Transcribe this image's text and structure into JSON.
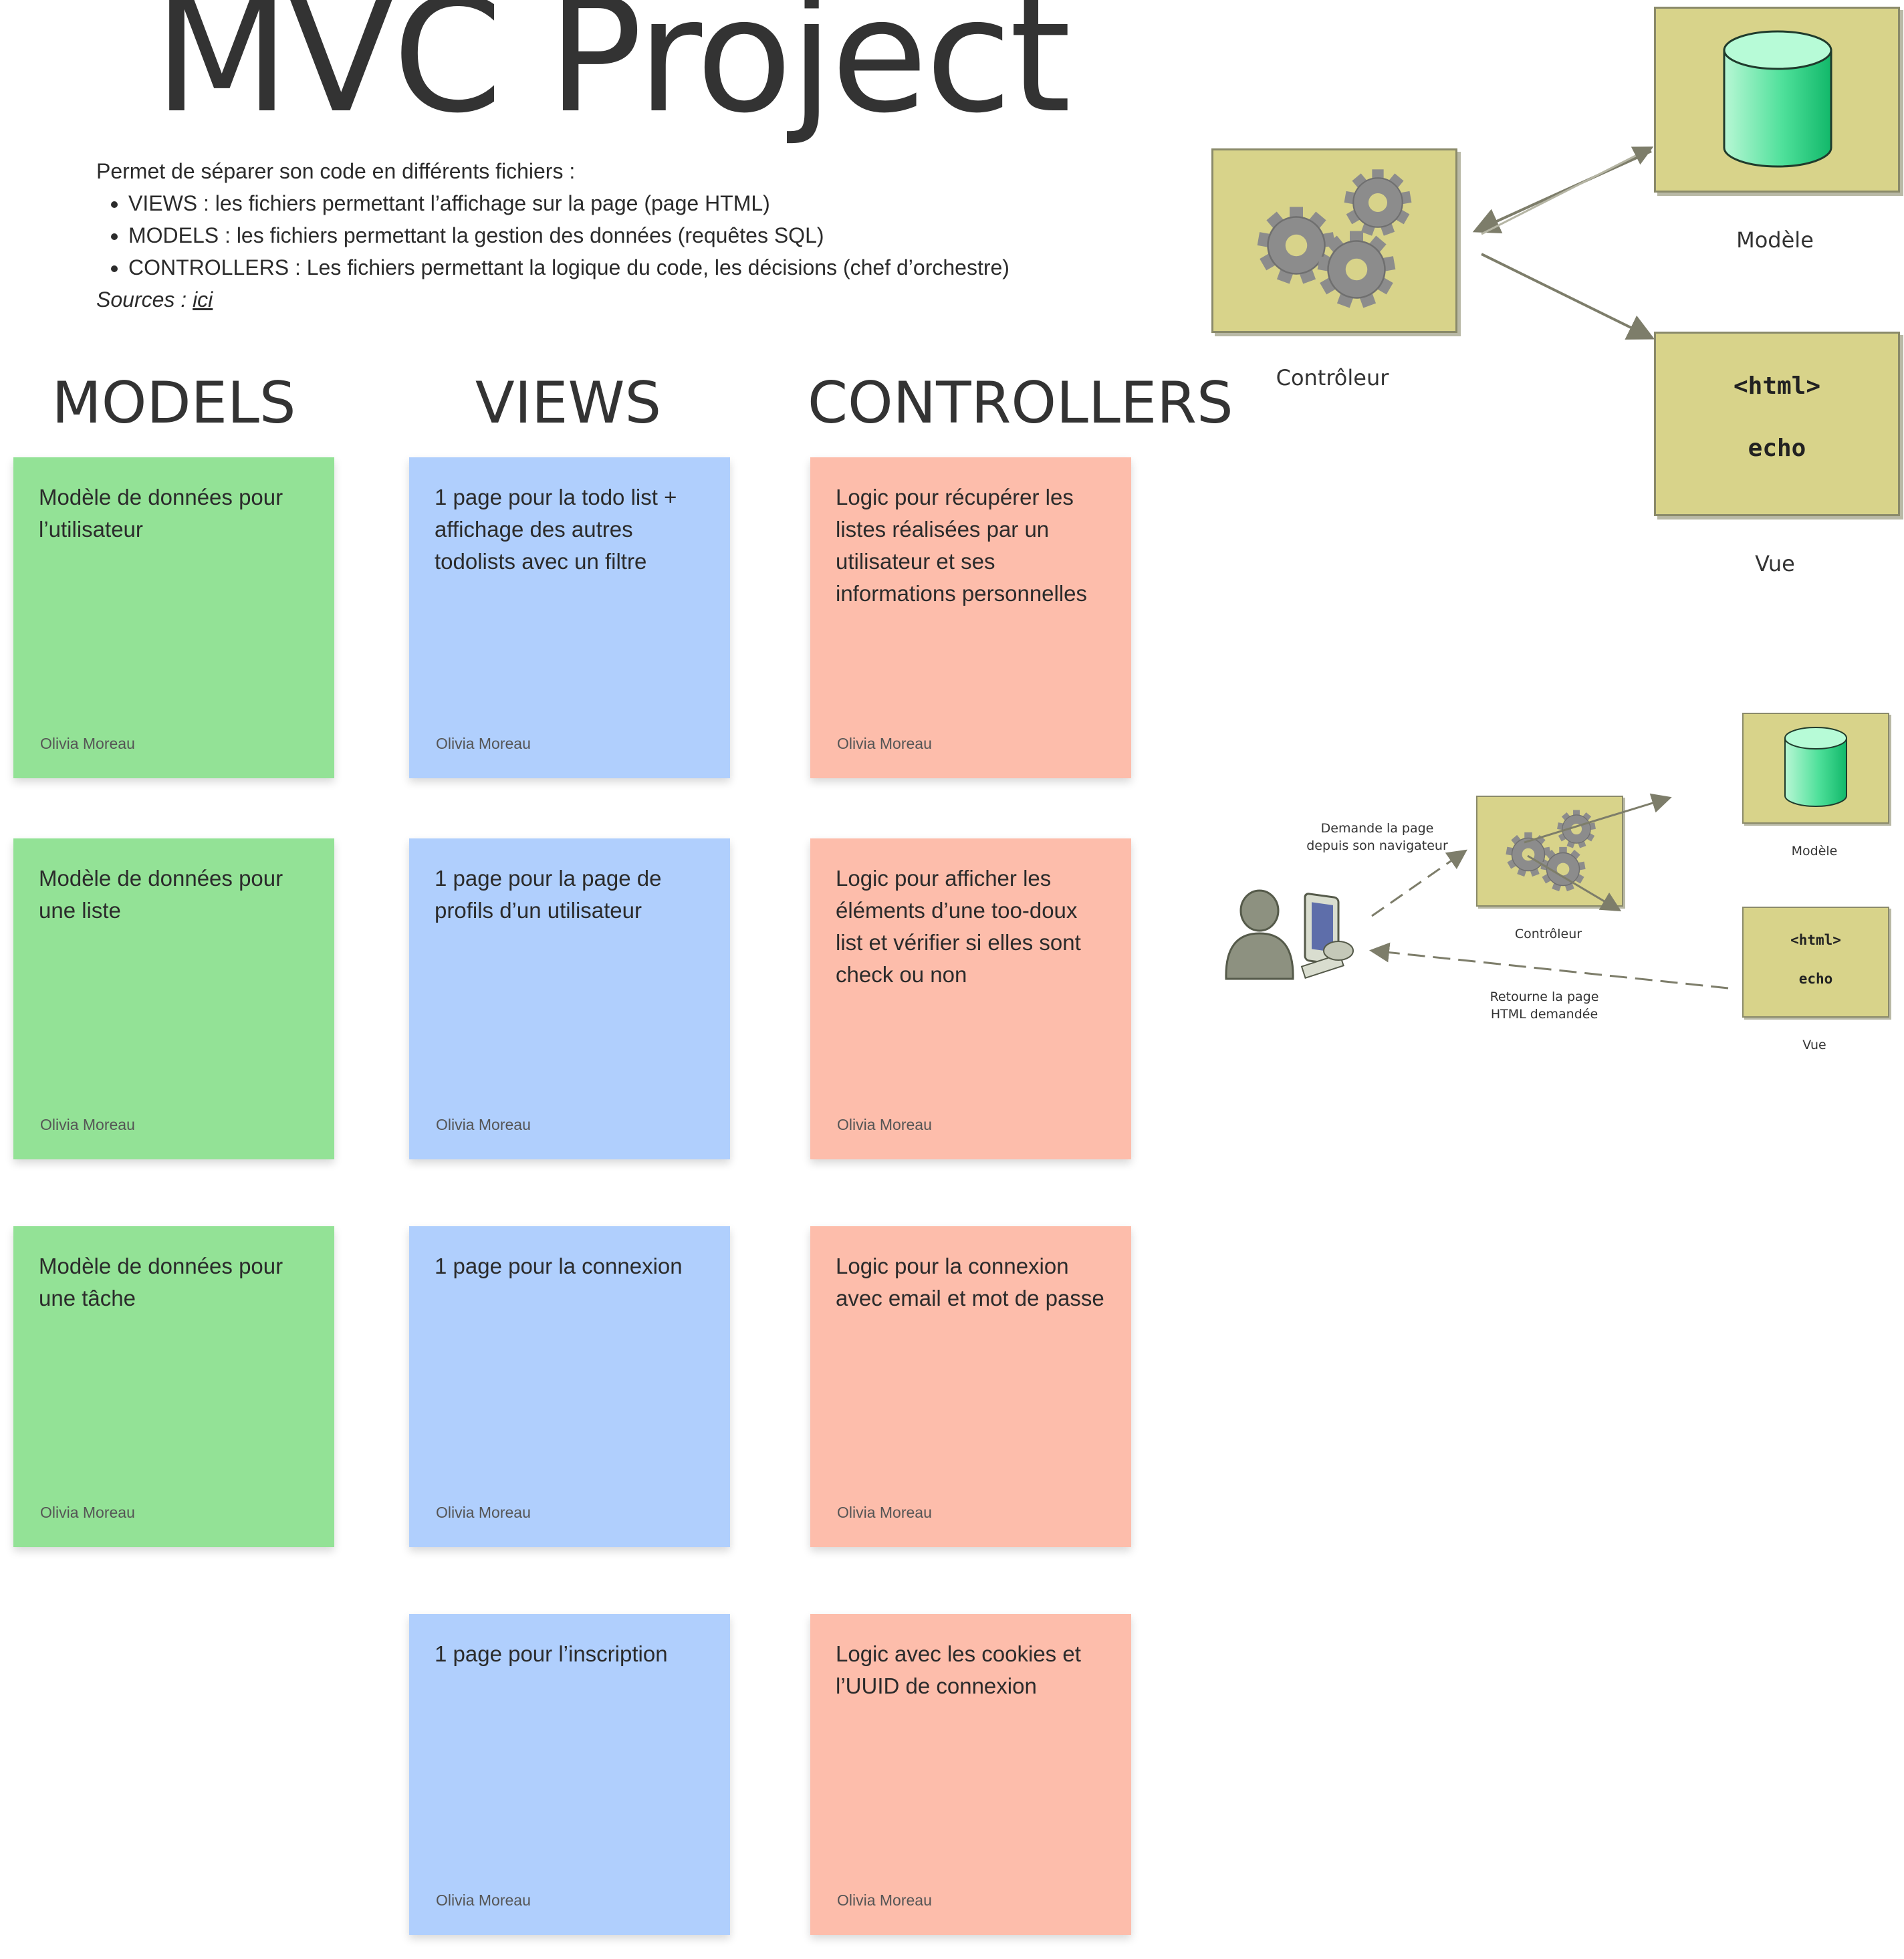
{
  "title": "MVC Project",
  "intro": {
    "line": "Permet de séparer son code en différents fichiers :",
    "bullets": [
      "VIEWS : les fichiers permettant l’affichage sur la page (page HTML)",
      "MODELS : les fichiers permettant la gestion des données (requêtes SQL)",
      "CONTROLLERS : Les fichiers permettant la logique du code, les décisions (chef d’orchestre)"
    ],
    "sources_label": "Sources :",
    "sources_link": "ici"
  },
  "columns": {
    "models": {
      "heading": "MODELS",
      "notes": [
        {
          "text": "Modèle de données pour l’utilisateur",
          "author": "Olivia Moreau"
        },
        {
          "text": "Modèle de données pour une liste",
          "author": "Olivia Moreau"
        },
        {
          "text": "Modèle de données pour une tâche",
          "author": "Olivia Moreau"
        }
      ]
    },
    "views": {
      "heading": "VIEWS",
      "notes": [
        {
          "text": "1 page pour la todo list + affichage des autres todolists avec un filtre",
          "author": "Olivia Moreau"
        },
        {
          "text": "1 page pour la page de profils d’un utilisateur",
          "author": "Olivia Moreau"
        },
        {
          "text": "1 page pour la connexion",
          "author": "Olivia Moreau"
        },
        {
          "text": "1 page pour l’inscription",
          "author": "Olivia Moreau"
        }
      ]
    },
    "controllers": {
      "heading": "CONTROLLERS",
      "notes": [
        {
          "text": "Logic pour récupérer les listes réalisées par un utilisateur et ses informations personnelles",
          "author": "Olivia Moreau"
        },
        {
          "text": "Logic pour afficher les éléments d’une too-doux list et vérifier si elles sont check ou non",
          "author": "Olivia Moreau"
        },
        {
          "text": "Logic pour la connexion avec email et mot de passe",
          "author": "Olivia Moreau"
        },
        {
          "text": "Logic avec les cookies et l’UUID de connexion",
          "author": "Olivia Moreau"
        }
      ]
    }
  },
  "diagram1": {
    "controller_label": "Contrôleur",
    "model_label": "Modèle",
    "view_label": "Vue",
    "view_code_1": "<html>",
    "view_code_2": "echo"
  },
  "diagram2": {
    "request_label_1": "Demande la page",
    "request_label_2": "depuis son navigateur",
    "response_label_1": "Retourne la page",
    "response_label_2": "HTML demandée",
    "controller_label": "Contrôleur",
    "model_label": "Modèle",
    "view_label": "Vue",
    "view_code_1": "<html>",
    "view_code_2": "echo"
  },
  "colors": {
    "models": "#93e296",
    "views": "#b0cffd",
    "controllers": "#fdbdab",
    "diagram_box": "#d8d38a",
    "cylinder": "#34d98a"
  }
}
